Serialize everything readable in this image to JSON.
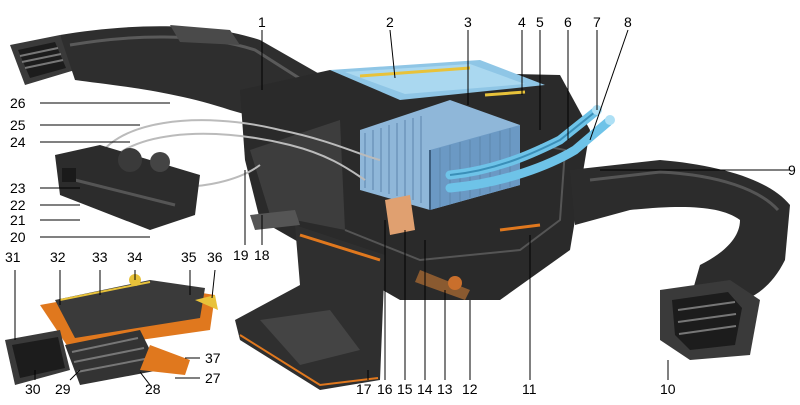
{
  "labels": [
    {
      "id": "1",
      "text": "1"
    },
    {
      "id": "2",
      "text": "2"
    },
    {
      "id": "3",
      "text": "3"
    },
    {
      "id": "4",
      "text": "4"
    },
    {
      "id": "5",
      "text": "5"
    },
    {
      "id": "6",
      "text": "6"
    },
    {
      "id": "7",
      "text": "7"
    },
    {
      "id": "8",
      "text": "8"
    },
    {
      "id": "9",
      "text": "9"
    },
    {
      "id": "10",
      "text": "10"
    },
    {
      "id": "11",
      "text": "11"
    },
    {
      "id": "12",
      "text": "12"
    },
    {
      "id": "13",
      "text": "13"
    },
    {
      "id": "14",
      "text": "14"
    },
    {
      "id": "15",
      "text": "15"
    },
    {
      "id": "16",
      "text": "16"
    },
    {
      "id": "17",
      "text": "17"
    },
    {
      "id": "18",
      "text": "18"
    },
    {
      "id": "19",
      "text": "19"
    },
    {
      "id": "20",
      "text": "20"
    },
    {
      "id": "21",
      "text": "21"
    },
    {
      "id": "22",
      "text": "22"
    },
    {
      "id": "23",
      "text": "23"
    },
    {
      "id": "24",
      "text": "24"
    },
    {
      "id": "25",
      "text": "25"
    },
    {
      "id": "26",
      "text": "26"
    },
    {
      "id": "27",
      "text": "27"
    },
    {
      "id": "28",
      "text": "28"
    },
    {
      "id": "29",
      "text": "29"
    },
    {
      "id": "30",
      "text": "30"
    },
    {
      "id": "31",
      "text": "31"
    },
    {
      "id": "32",
      "text": "32"
    },
    {
      "id": "33",
      "text": "33"
    },
    {
      "id": "34",
      "text": "34"
    },
    {
      "id": "35",
      "text": "35"
    },
    {
      "id": "36",
      "text": "36"
    },
    {
      "id": "37",
      "text": "37"
    }
  ],
  "colors": {
    "duct_dark": "#2b2b2b",
    "duct_mid": "#4a4a4a",
    "duct_light": "#6e6e6e",
    "radiator": "#8fb7d9",
    "radiator_dark": "#5d86ad",
    "pipe": "#6ec3e8",
    "accent_orange": "#e0781e",
    "bracket_yellow": "#e8c23a"
  }
}
